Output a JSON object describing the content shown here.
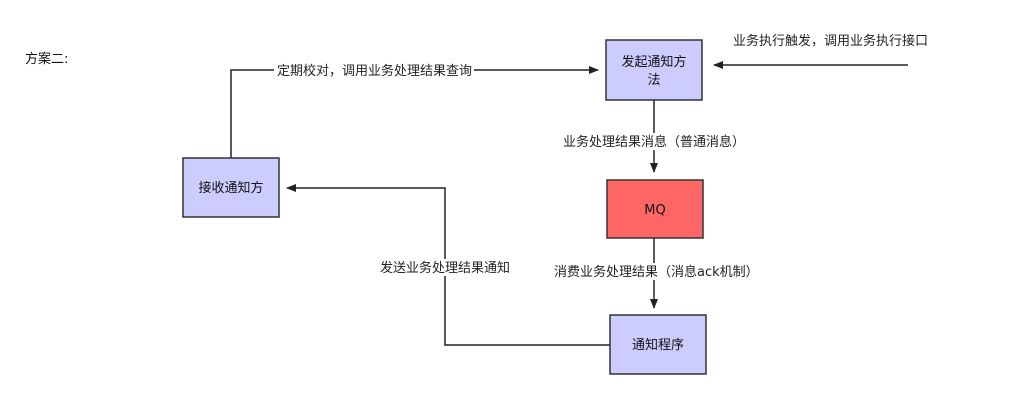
{
  "title": "方案二:",
  "colors": {
    "node_fill": "#ccccff",
    "node_stroke": "#333333",
    "mq_fill": "#ff6666",
    "edge": "#222222"
  },
  "nodes": {
    "initiator": {
      "line1": "发起通知方",
      "line2": "法"
    },
    "receiver": "接收通知方",
    "mq": "MQ",
    "notifier": "通知程序"
  },
  "edges": {
    "trigger": "业务执行触发，调用业务执行接口",
    "reconcile": "定期校对，调用业务处理结果查询",
    "produce": "业务处理结果消息（普通消息）",
    "consume": "消费业务处理结果（消息ack机制）",
    "notify": "发送业务处理结果通知"
  }
}
